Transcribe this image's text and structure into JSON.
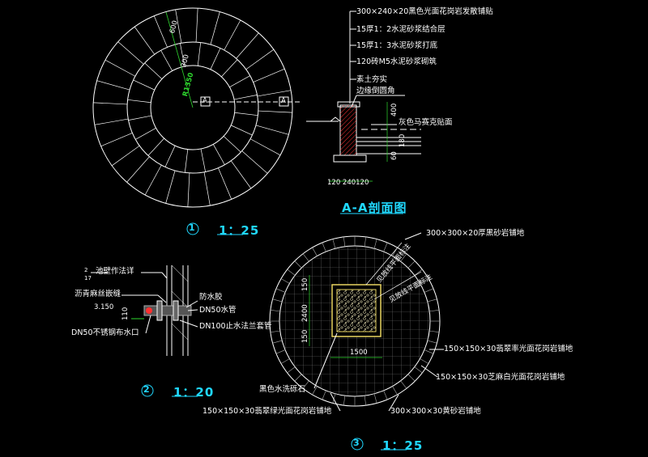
{
  "drawing1": {
    "dim_600": "600",
    "dim_300": "300",
    "radius": "R1350",
    "section_mark_inner": "A",
    "section_mark_outer": "A",
    "title_num": "1",
    "title_scale": "1：25"
  },
  "section": {
    "title": "A-A剖面图",
    "layers": [
      "300×240×20黑色光面花岗岩发散铺贴",
      "15厚1：2水泥砂浆结合层",
      "15厚1：3水泥砂浆打底",
      "120砖M5水泥砂浆砌筑",
      "素土夯实"
    ],
    "edge_note": "边缘倒圆角",
    "mosaic_note": "灰色马赛克贴面",
    "dim_400": "400",
    "dim_60": "60",
    "dim_180": "180",
    "dim_bottom": "120 240120"
  },
  "drawing2": {
    "note_wall": "池壁作法详",
    "note_ref": "2",
    "note_ref2": "17",
    "note_asphalt": "沥青麻丝嵌缝",
    "elev": "3.150",
    "dim_110": "110",
    "note_outlet": "DN50不锈钢布水口",
    "note_glue": "防水胶",
    "note_pipe": "DN50水管",
    "note_sleeve": "DN100止水法兰套管",
    "title_num": "2",
    "title_scale": "1：20"
  },
  "drawing3": {
    "note_top": "300×300×20厚黑砂岩铺地",
    "note_diag1": "见放线平面标注",
    "note_diag2": "见放线平面标注",
    "dim_150a": "150",
    "dim_2400": "2400",
    "dim_150b": "150",
    "dim_1500": "1500",
    "note_green_right": "150×150×30翡翠率光面花岗岩铺地",
    "note_white": "150×150×30芝麻白光面花岗岩铺地",
    "note_pebble": "黑色水洗砾石",
    "note_green_bottom": "150×150×30翡翠绿光面花岗岩铺地",
    "note_yellow": "300×300×30黄砂岩铺地",
    "title_num": "3",
    "title_scale": "1：25"
  },
  "colors": {
    "line": "#ffffff",
    "dim_green": "#2ed82e",
    "title_cyan": "#20d8ff",
    "hatch_red": "#ff3030",
    "square_yellow": "#e8d460",
    "pipe_grey": "#888888"
  }
}
